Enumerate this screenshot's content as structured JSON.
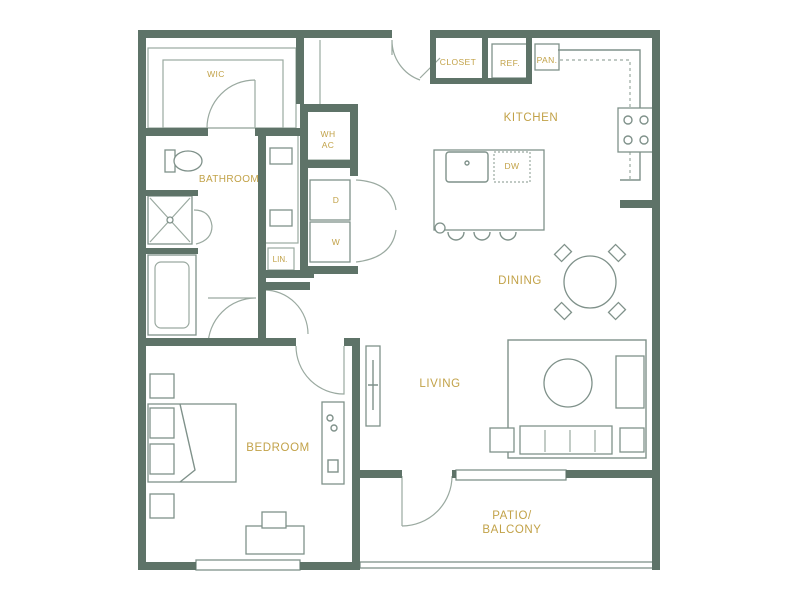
{
  "rooms": {
    "wic": "WIC",
    "bathroom": "BATHROOM",
    "closet": "CLOSET",
    "ref": "REF.",
    "pantry": "PAN.",
    "kitchen": "KITCHEN",
    "wh": "WH",
    "ac": "AC",
    "dryer": "D",
    "washer": "W",
    "linen": "LIN.",
    "dishwasher": "DW",
    "dining": "DINING",
    "living": "LIVING",
    "bedroom": "BEDROOM",
    "patio_line1": "PATIO/",
    "patio_line2": "BALCONY"
  },
  "colors": {
    "wall": "#5e7368",
    "label": "#c2a248",
    "fixture_line": "#7f918a"
  }
}
